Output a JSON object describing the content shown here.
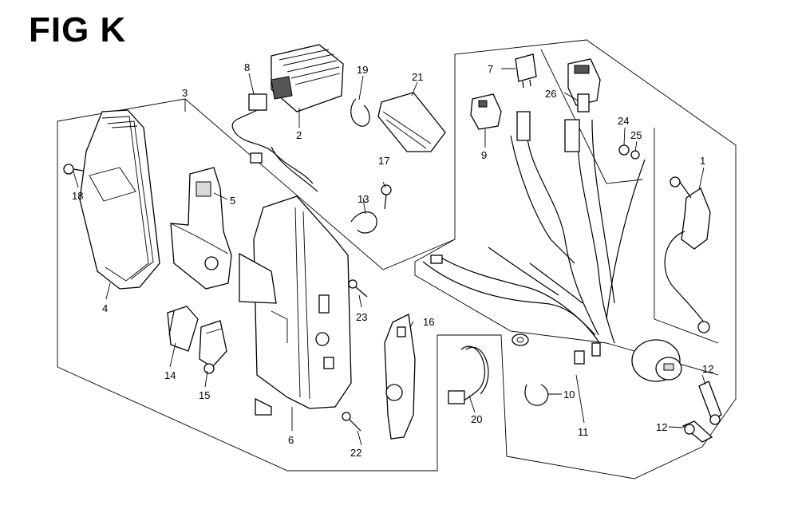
{
  "figure": {
    "title": "FIG K"
  },
  "callouts": [
    {
      "id": "c1",
      "label": "1"
    },
    {
      "id": "c2",
      "label": "2"
    },
    {
      "id": "c3",
      "label": "3"
    },
    {
      "id": "c4",
      "label": "4"
    },
    {
      "id": "c5",
      "label": "5"
    },
    {
      "id": "c6",
      "label": "6"
    },
    {
      "id": "c7",
      "label": "7"
    },
    {
      "id": "c8",
      "label": "8"
    },
    {
      "id": "c9",
      "label": "9"
    },
    {
      "id": "c10",
      "label": "10"
    },
    {
      "id": "c11",
      "label": "11"
    },
    {
      "id": "c12a",
      "label": "12"
    },
    {
      "id": "c12b",
      "label": "12"
    },
    {
      "id": "c13",
      "label": "13"
    },
    {
      "id": "c14",
      "label": "14"
    },
    {
      "id": "c15",
      "label": "15"
    },
    {
      "id": "c16",
      "label": "16"
    },
    {
      "id": "c17",
      "label": "17"
    },
    {
      "id": "c18",
      "label": "18"
    },
    {
      "id": "c19",
      "label": "19"
    },
    {
      "id": "c20",
      "label": "20"
    },
    {
      "id": "c21",
      "label": "21"
    },
    {
      "id": "c22",
      "label": "22"
    },
    {
      "id": "c23",
      "label": "23"
    },
    {
      "id": "c24",
      "label": "24"
    },
    {
      "id": "c25",
      "label": "25"
    },
    {
      "id": "c26",
      "label": "26"
    }
  ]
}
